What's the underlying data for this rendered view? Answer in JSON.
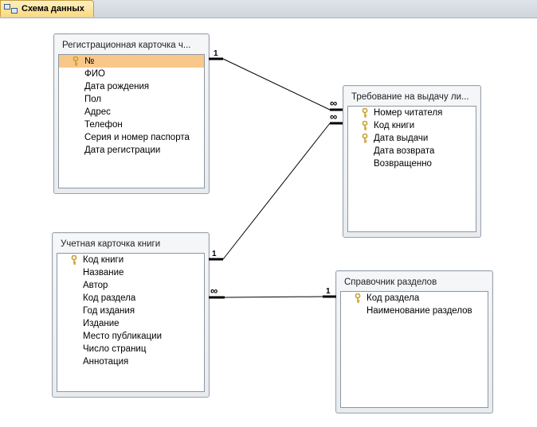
{
  "tab": {
    "title": "Схема данных",
    "icon": "relationships-icon"
  },
  "tables": {
    "registration": {
      "title": "Регистрационная карточка ч...",
      "fields": [
        {
          "name": "№",
          "key": true,
          "selected": true
        },
        {
          "name": "ФИО"
        },
        {
          "name": "Дата рождения"
        },
        {
          "name": "Пол"
        },
        {
          "name": "Адрес"
        },
        {
          "name": "Телефон"
        },
        {
          "name": "Серия и номер паспорта"
        },
        {
          "name": "Дата регистрации"
        }
      ]
    },
    "request": {
      "title": "Требование на выдачу ли...",
      "fields": [
        {
          "name": "Номер читателя",
          "key": true
        },
        {
          "name": "Код книги",
          "key": true
        },
        {
          "name": "Дата выдачи",
          "key": true
        },
        {
          "name": "Дата возврата"
        },
        {
          "name": "Возвращенно"
        }
      ]
    },
    "book": {
      "title": "Учетная карточка книги",
      "fields": [
        {
          "name": "Код книги",
          "key": true
        },
        {
          "name": "Название"
        },
        {
          "name": "Автор"
        },
        {
          "name": "Код раздела"
        },
        {
          "name": "Год издания"
        },
        {
          "name": "Издание"
        },
        {
          "name": "Место публикации"
        },
        {
          "name": "Число страниц"
        },
        {
          "name": "Аннотация"
        }
      ]
    },
    "sections": {
      "title": "Справочник разделов",
      "fields": [
        {
          "name": "Код раздела",
          "key": true
        },
        {
          "name": "Наименование разделов"
        }
      ]
    }
  },
  "relationships": {
    "one": "1",
    "many": "∞"
  },
  "colors": {
    "selected_row": "#f8c88a",
    "key_icon": "#c8a02c",
    "tab_active": "#fbd97c"
  }
}
